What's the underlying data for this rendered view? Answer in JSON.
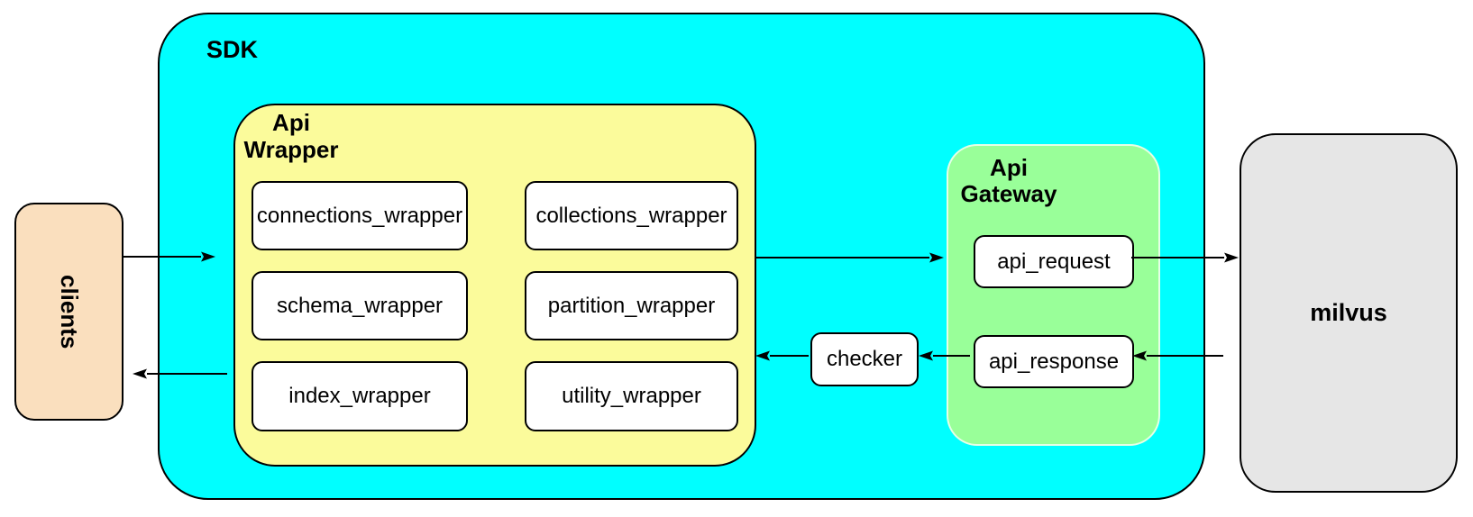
{
  "diagram": {
    "clients": {
      "label": "clients"
    },
    "sdk": {
      "label": "SDK",
      "api_wrapper": {
        "label": "Api\nWrapper",
        "items": [
          {
            "label": "connections_wrapper"
          },
          {
            "label": "collections_wrapper"
          },
          {
            "label": "schema_wrapper"
          },
          {
            "label": "partition_wrapper"
          },
          {
            "label": "index_wrapper"
          },
          {
            "label": "utility_wrapper"
          }
        ]
      },
      "checker": {
        "label": "checker"
      },
      "api_gateway": {
        "label": "Api\nGateway",
        "items": [
          {
            "label": "api_request"
          },
          {
            "label": "api_response"
          }
        ]
      }
    },
    "milvus": {
      "label": "milvus"
    },
    "edges": [
      {
        "from": "clients",
        "to": "api_wrapper"
      },
      {
        "from": "api_wrapper",
        "to": "api_gateway"
      },
      {
        "from": "api_request",
        "to": "milvus"
      },
      {
        "from": "milvus",
        "to": "api_response"
      },
      {
        "from": "api_response",
        "to": "checker"
      },
      {
        "from": "checker",
        "to": "api_wrapper"
      },
      {
        "from": "api_wrapper",
        "to": "clients"
      }
    ],
    "colors": {
      "sdk_fill": "#00FFFF",
      "api_wrapper_fill": "#FBFB9B",
      "api_gateway_fill": "#99FF99",
      "clients_fill": "#FADFBE",
      "milvus_fill": "#E6E6E6",
      "node_fill": "#FFFFFF",
      "border": "#000000"
    }
  }
}
